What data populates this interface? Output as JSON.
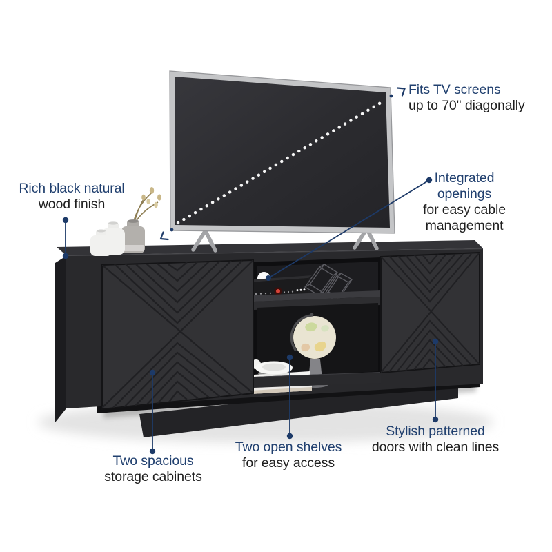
{
  "palette": {
    "accent_navy": "#1d3a68",
    "callout_blue_text": "#21406f",
    "callout_dark_text": "#1f1f1f",
    "furniture_black": "#2b2b2e",
    "door_black": "#323235",
    "tv_frame_silver": "#c4c5c7",
    "tv_screen_dark": "#2a2a2e",
    "dotted_line_white": "#ffffff",
    "background": "#ffffff"
  },
  "callouts": {
    "fits_tv": {
      "line1": "Fits TV screens",
      "line2": "up to 70\" diagonally"
    },
    "wood_finish": {
      "line1": "Rich black natural",
      "line2": "wood finish"
    },
    "cable_management": {
      "line1": "Integrated",
      "line2": "openings",
      "line3": "for easy cable",
      "line4": "management"
    },
    "storage_cabinets": {
      "line1": "Two spacious",
      "line2": "storage cabinets"
    },
    "open_shelves": {
      "line1": "Two open shelves",
      "line2": "for easy access"
    },
    "patterned_doors": {
      "line1": "Stylish patterned",
      "line2": "doors with clean lines"
    }
  }
}
